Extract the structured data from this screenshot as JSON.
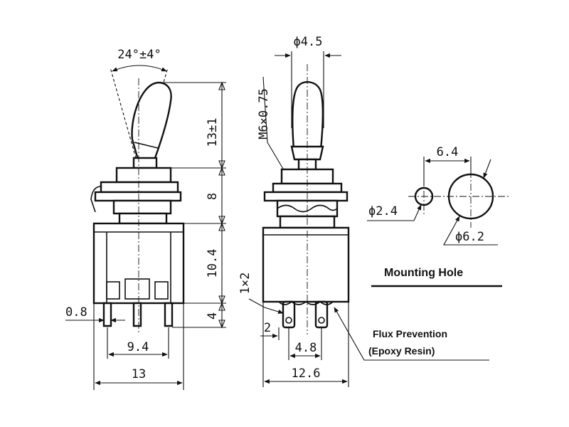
{
  "dimensions": {
    "angle": "24°±4°",
    "lever_length": "13±1",
    "bushing_height": "8",
    "body_height": "10.4",
    "terminal_length": "4",
    "terminal_thickness": "0.8",
    "terminal_spacing": "9.4",
    "width_front": "13",
    "lever_diameter": "ϕ4.5",
    "thread": "M6×0.75",
    "terminal_pitch": "1×2",
    "pitch_2": "2",
    "pitch_4_8": "4.8",
    "width_side": "12.6",
    "hole_spacing": "6.4",
    "small_hole": "ϕ2.4",
    "large_hole": "ϕ6.2"
  },
  "labels": {
    "mounting_hole": "Mounting Hole",
    "flux_line1": "Flux Prevention",
    "flux_line2": "(Epoxy Resin)"
  }
}
